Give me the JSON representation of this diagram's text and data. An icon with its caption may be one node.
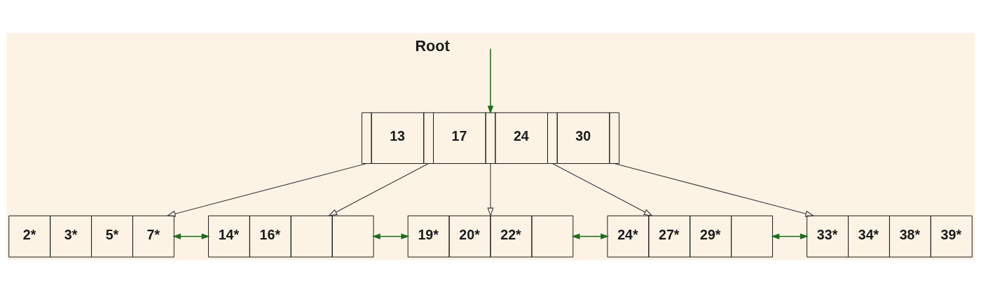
{
  "diagram": {
    "nodes": [
      {
        "text": [
          "13",
          "17",
          "24",
          "30"
        ]
      },
      {
        "text": [
          "2*",
          "3*",
          "5*",
          "7*"
        ]
      },
      {
        "text": [
          "14*",
          "16*"
        ]
      },
      {
        "text": [
          "19*",
          "20*",
          "22*"
        ]
      },
      {
        "text": [
          "24*",
          "27*",
          "29*"
        ]
      },
      {
        "text": [
          "33*",
          "34*",
          "38*",
          "39*"
        ]
      }
    ],
    "edges": [
      {
        "from": null,
        "to": 0,
        "arrow": "to",
        "color": "#1f6e1f"
      },
      {
        "from": 0,
        "to": 1,
        "arrow": "to"
      },
      {
        "from": 0,
        "to": 2,
        "arrow": "to"
      },
      {
        "from": 0,
        "to": 3,
        "arrow": "to"
      },
      {
        "from": 0,
        "to": 4,
        "arrow": "to"
      },
      {
        "from": 0,
        "to": 5,
        "arrow": "to"
      },
      {
        "from": 1,
        "to": 2,
        "arrow": "both",
        "color": "#1f6e1f"
      },
      {
        "from": 2,
        "to": 3,
        "arrow": "both",
        "color": "#1f6e1f"
      },
      {
        "from": 3,
        "to": 4,
        "arrow": "both",
        "color": "#1f6e1f"
      },
      {
        "from": 4,
        "to": 5,
        "arrow": "both",
        "color": "#1f6e1f"
      }
    ],
    "labels": [
      "Root"
    ]
  }
}
